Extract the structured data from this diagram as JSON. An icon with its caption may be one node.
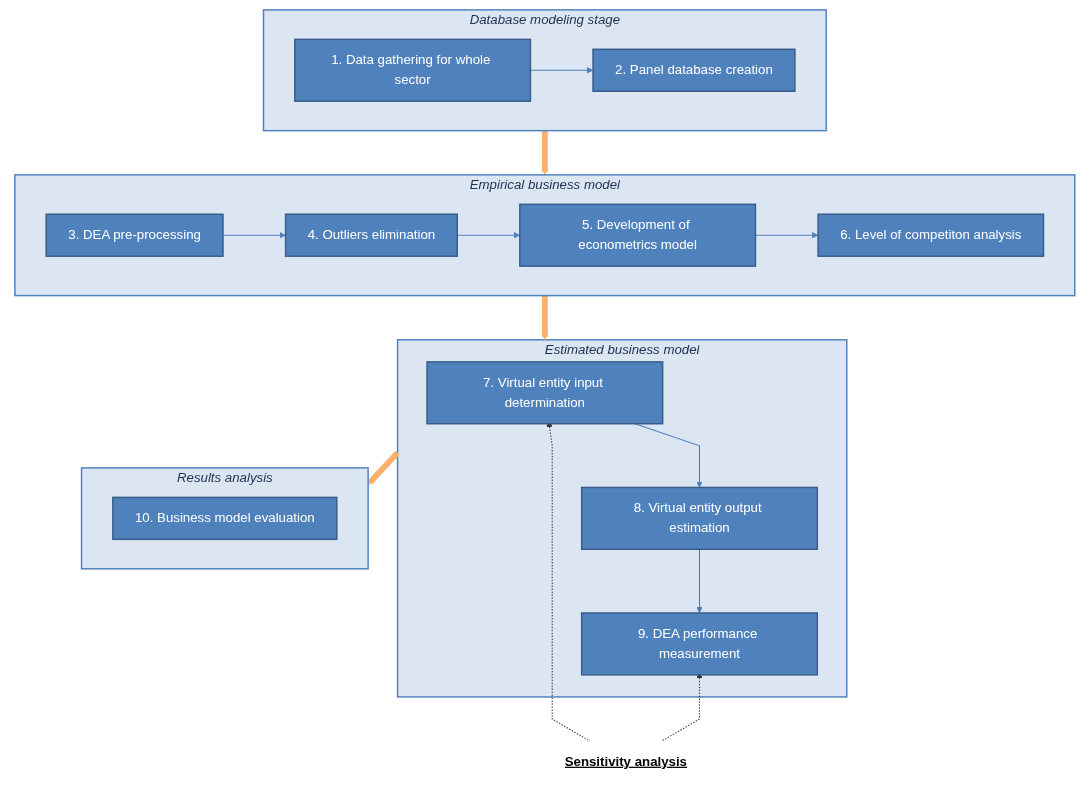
{
  "diagram": {
    "nodes": [
      {
        "text": [
          "Database modeling stage"
        ]
      },
      {
        "text": [
          "1. Data gathering for whole sector"
        ],
        "in": 0
      },
      {
        "text": [
          "2. Panel database creation"
        ],
        "in": 0
      },
      {
        "text": [
          "Empirical business model"
        ]
      },
      {
        "text": [
          "3. DEA pre-processing"
        ],
        "in": 3
      },
      {
        "text": [
          "4. Outliers elimination"
        ],
        "in": 3
      },
      {
        "text": [
          "5. Development of econometrics model"
        ],
        "in": 3
      },
      {
        "text": [
          "6. Level of competiton analysis"
        ],
        "in": 3
      },
      {
        "text": [
          "Estimated business model"
        ]
      },
      {
        "text": [
          "7. Virtual entity input determination"
        ],
        "in": 8
      },
      {
        "text": [
          "8. Virtual entity output estimation"
        ],
        "in": 8
      },
      {
        "text": [
          "9. DEA performance measurement"
        ],
        "in": 8
      },
      {
        "text": [
          "Sensitivity analysis"
        ]
      },
      {
        "text": [
          "Results analysis"
        ]
      },
      {
        "text": [
          "10. Business model evaluation"
        ],
        "in": 13
      }
    ],
    "edges": [
      {
        "from": 1,
        "to": 2,
        "arrow": "to"
      },
      {
        "from": 0,
        "to": 3,
        "arrow": "to",
        "style": "thick",
        "color": "#f9b26e"
      },
      {
        "from": 4,
        "to": 5,
        "arrow": "to"
      },
      {
        "from": 5,
        "to": 6,
        "arrow": "to"
      },
      {
        "from": 6,
        "to": 7,
        "arrow": "to"
      },
      {
        "from": 3,
        "to": 8,
        "arrow": "to",
        "style": "thick",
        "color": "#f9b26e"
      },
      {
        "from": 9,
        "to": 10,
        "arrow": "to"
      },
      {
        "from": 10,
        "to": 11,
        "arrow": "to"
      },
      {
        "from": 12,
        "to": 9,
        "arrow": "to",
        "style": "dashed",
        "color": "#404040"
      },
      {
        "from": 12,
        "to": 11,
        "arrow": "to",
        "style": "dashed",
        "color": "#404040"
      },
      {
        "from": 8,
        "to": 13,
        "arrow": "to",
        "style": "thick",
        "color": "#f9b26e"
      }
    ]
  }
}
